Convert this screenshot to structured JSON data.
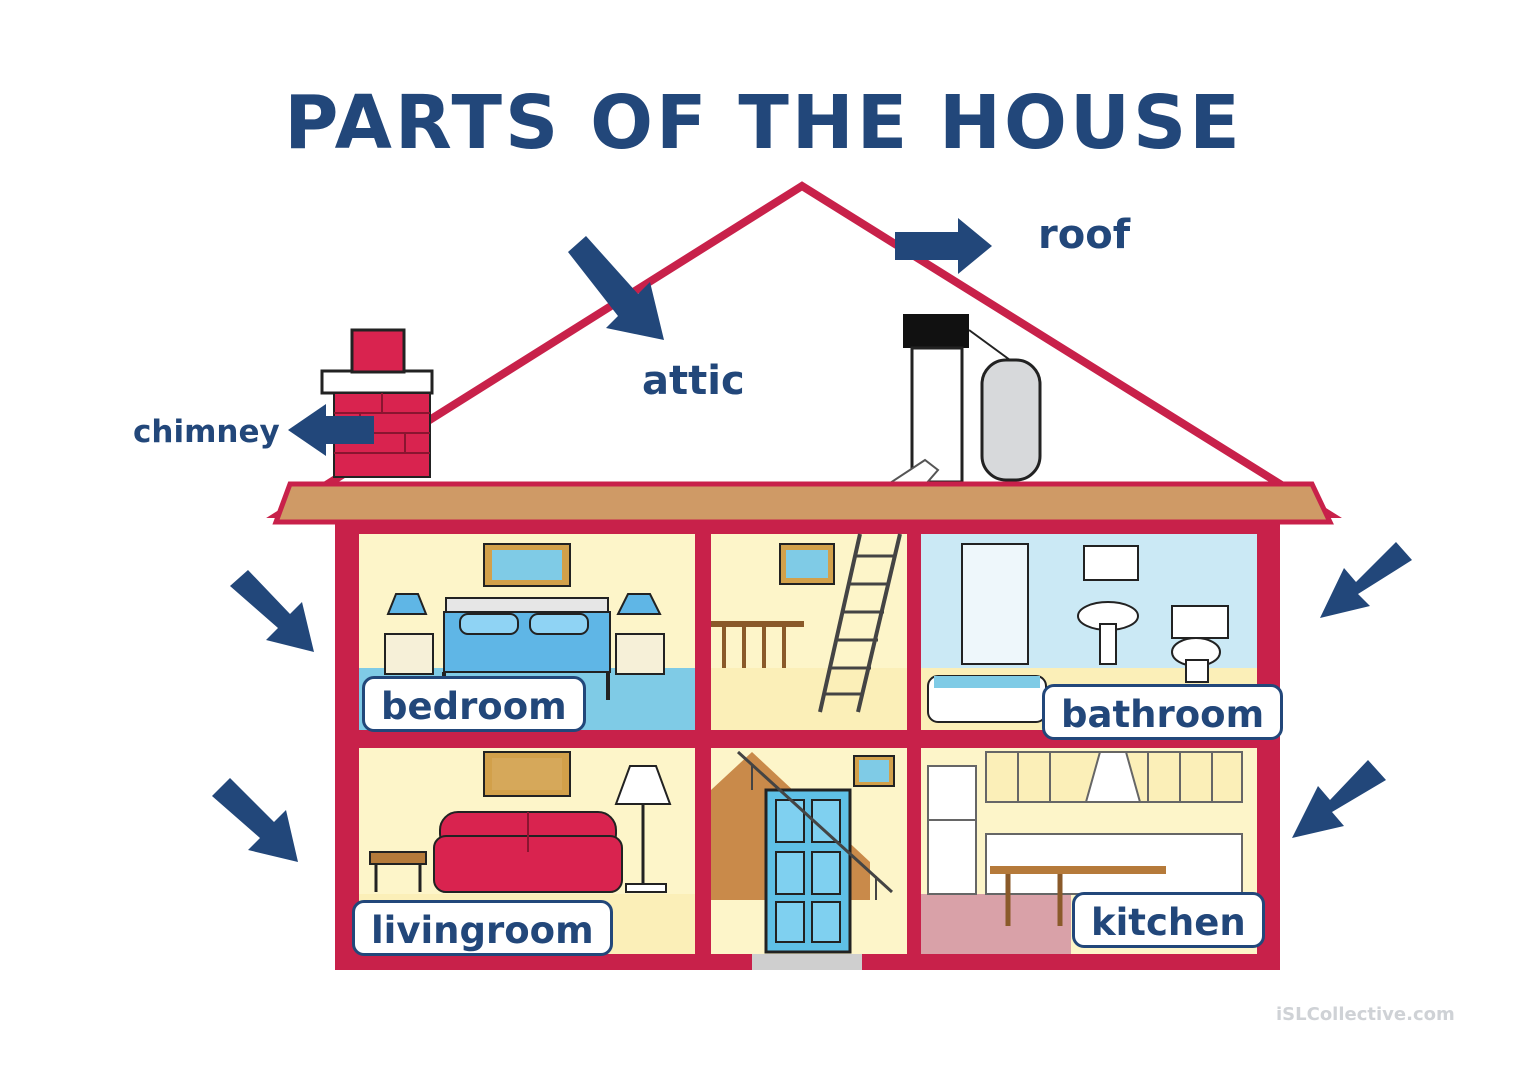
{
  "title": "PARTS OF THE HOUSE",
  "labels": {
    "roof": "roof",
    "attic": "attic",
    "chimney": "chimney"
  },
  "rooms": {
    "bedroom": "bedroom",
    "bathroom": "bathroom",
    "livingroom": "livingroom",
    "kitchen": "kitchen"
  },
  "watermark": "iSLCollective.com",
  "colors": {
    "text": "#22477a",
    "walls": "#c8214a",
    "floor_beam": "#cf9a66",
    "arrows": "#22477a"
  },
  "icons": [
    "arrow-icon",
    "chimney-icon",
    "ladder-icon",
    "bed-icon",
    "sofa-icon",
    "lamp-icon",
    "door-icon",
    "bathtub-icon",
    "toilet-icon",
    "sink-icon",
    "stairs-icon",
    "water-heater-icon"
  ]
}
